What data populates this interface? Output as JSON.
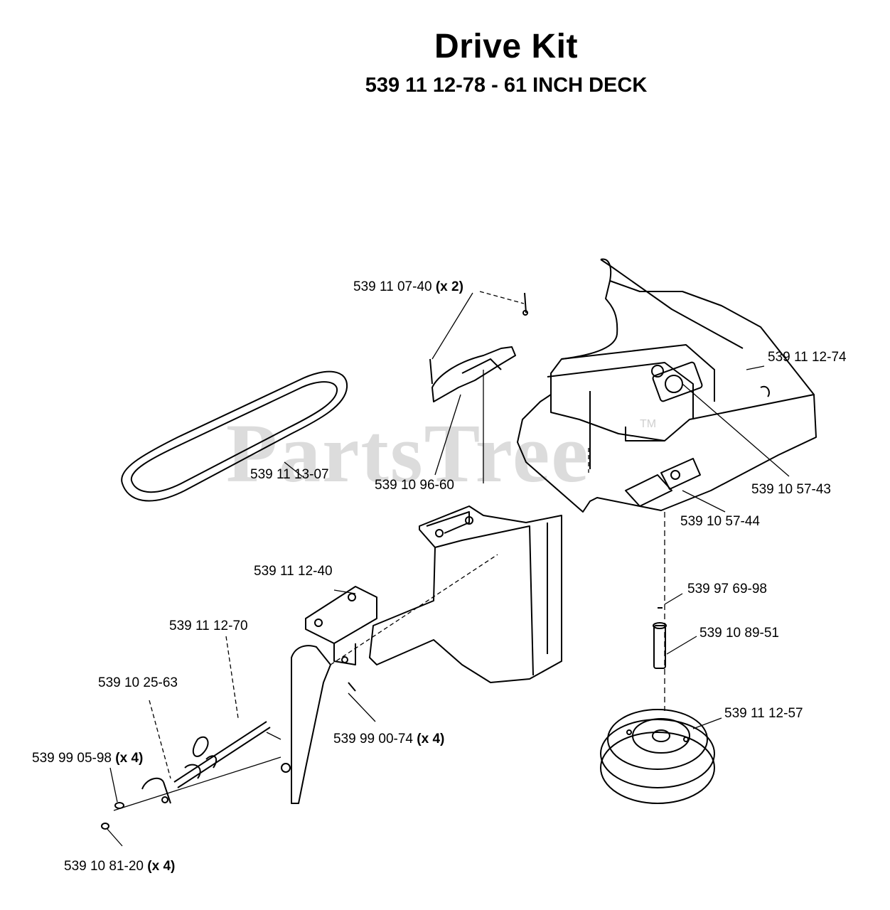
{
  "header": {
    "title": "Drive Kit",
    "subtitle": "539 11 12-78 - 61 INCH DECK"
  },
  "watermark": {
    "text": "PartsTree",
    "tm": "TM"
  },
  "parts": [
    {
      "id": "p1",
      "number": "539 11 07-40",
      "qty": "(x 2)"
    },
    {
      "id": "p2",
      "number": "539 11 12-74",
      "qty": ""
    },
    {
      "id": "p3",
      "number": "539 11 13-07",
      "qty": ""
    },
    {
      "id": "p4",
      "number": "539 10 96-60",
      "qty": ""
    },
    {
      "id": "p5",
      "number": "539 10 57-43",
      "qty": ""
    },
    {
      "id": "p6",
      "number": "539 10 57-44",
      "qty": ""
    },
    {
      "id": "p7",
      "number": "539 11 12-40",
      "qty": ""
    },
    {
      "id": "p8",
      "number": "539 97 69-98",
      "qty": ""
    },
    {
      "id": "p9",
      "number": "539 11 12-70",
      "qty": ""
    },
    {
      "id": "p10",
      "number": "539 10 89-51",
      "qty": ""
    },
    {
      "id": "p11",
      "number": "539 10 25-63",
      "qty": ""
    },
    {
      "id": "p12",
      "number": "539 11 12-57",
      "qty": ""
    },
    {
      "id": "p13",
      "number": "539 99 00-74",
      "qty": "(x 4)"
    },
    {
      "id": "p14",
      "number": "539 99 05-98",
      "qty": "(x 4)"
    },
    {
      "id": "p15",
      "number": "539 10 81-20",
      "qty": "(x 4)"
    }
  ]
}
